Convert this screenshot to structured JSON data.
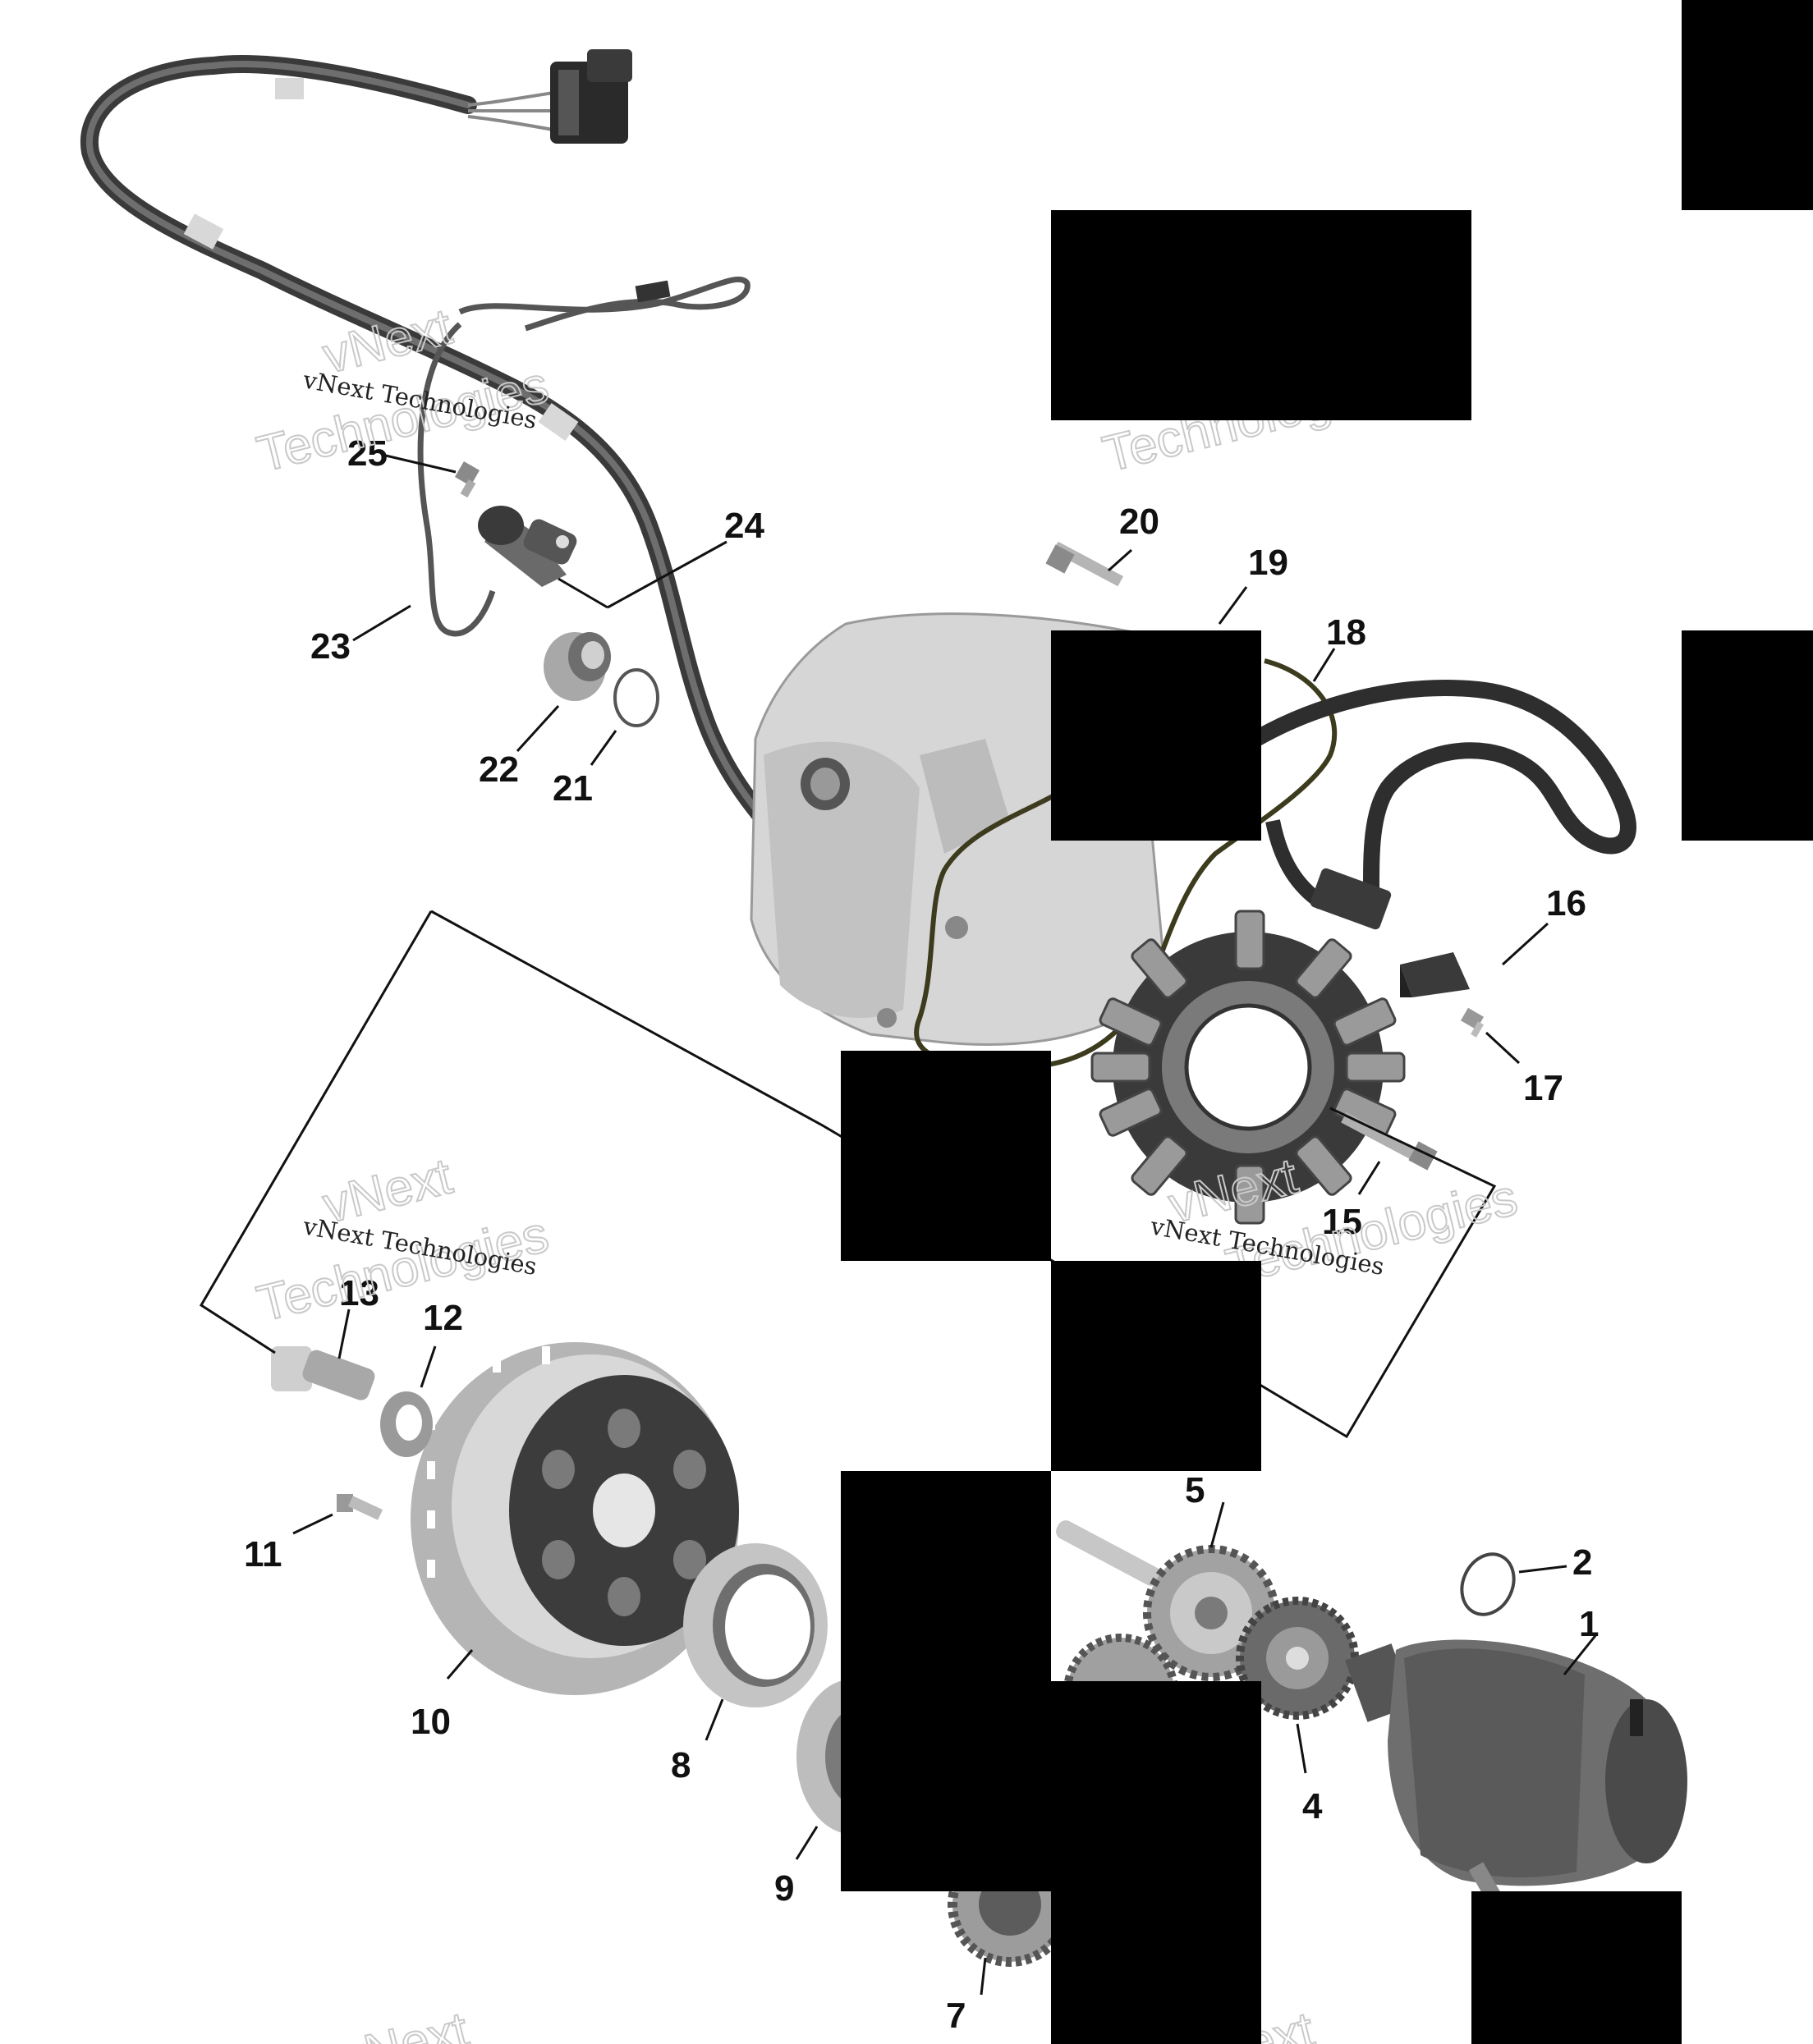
{
  "callouts": [
    {
      "id": "c1",
      "label": "1"
    },
    {
      "id": "c2",
      "label": "2"
    },
    {
      "id": "c4",
      "label": "4"
    },
    {
      "id": "c5",
      "label": "5"
    },
    {
      "id": "c7",
      "label": "7"
    },
    {
      "id": "c8",
      "label": "8"
    },
    {
      "id": "c9",
      "label": "9"
    },
    {
      "id": "c10",
      "label": "10"
    },
    {
      "id": "c11",
      "label": "11"
    },
    {
      "id": "c12",
      "label": "12"
    },
    {
      "id": "c13",
      "label": "13"
    },
    {
      "id": "c15",
      "label": "15"
    },
    {
      "id": "c16",
      "label": "16"
    },
    {
      "id": "c17",
      "label": "17"
    },
    {
      "id": "c18",
      "label": "18"
    },
    {
      "id": "c19",
      "label": "19"
    },
    {
      "id": "c20",
      "label": "20"
    },
    {
      "id": "c21",
      "label": "21"
    },
    {
      "id": "c22",
      "label": "22"
    },
    {
      "id": "c23",
      "label": "23"
    },
    {
      "id": "c24",
      "label": "24"
    },
    {
      "id": "c25",
      "label": "25"
    }
  ],
  "watermark": {
    "line": "vNext Technologies",
    "big_top": "vNext",
    "big_bottom": "Technologies"
  },
  "colors": {
    "ink": "#111111",
    "part_gray": "#a8a8a8",
    "part_light": "#d6d6d6",
    "part_dark": "#3a3a3a",
    "gasket": "#3d3b1e",
    "redaction": "#000000"
  }
}
